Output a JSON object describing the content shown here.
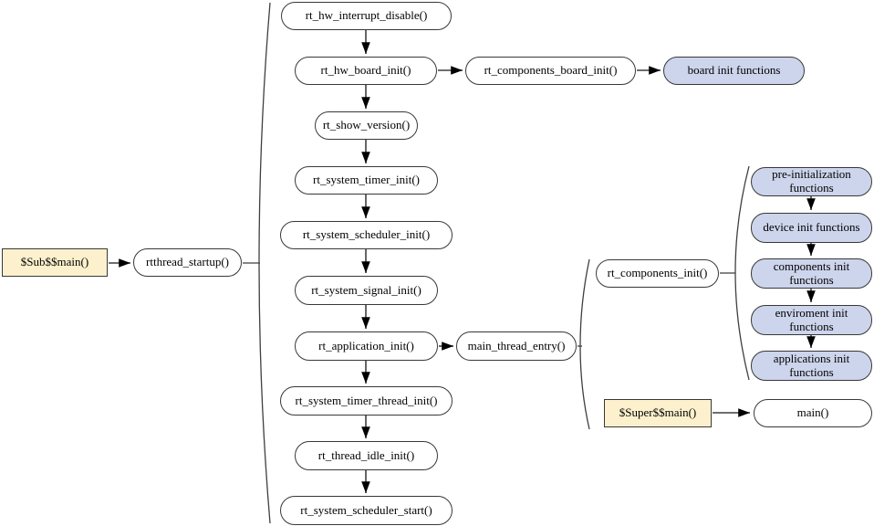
{
  "colors": {
    "node_fill": "#ffffff",
    "group_fill": "#cdd5ec",
    "entry_fill": "#fdf1cd",
    "border": "#383838",
    "arrow": "#3f3f3f",
    "arrowhead": "#000000"
  },
  "nodes": {
    "sub_main": "$Sub$$main()",
    "rtthread_startup": "rtthread_startup()",
    "hw_interrupt_disable": "rt_hw_interrupt_disable()",
    "hw_board_init": "rt_hw_board_init()",
    "components_board_init": "rt_components_board_init()",
    "board_init_functions": "board init functions",
    "show_version": "rt_show_version()",
    "system_timer_init": "rt_system_timer_init()",
    "system_scheduler_init": "rt_system_scheduler_init()",
    "system_signal_init": "rt_system_signal_init()",
    "application_init": "rt_application_init()",
    "main_thread_entry": "main_thread_entry()",
    "components_init": "rt_components_init()",
    "pre_init_functions": "pre-initialization functions",
    "device_init_functions": "device init functions",
    "components_init_functions": "components init functions",
    "enviroment_init_functions": "enviroment init functions",
    "applications_init_functions": "applications init functions",
    "super_main": "$Super$$main()",
    "main_fn": "main()",
    "system_timer_thread_init": "rt_system_timer_thread_init()",
    "thread_idle_init": "rt_thread_idle_init()",
    "system_scheduler_start": "rt_system_scheduler_start()"
  }
}
